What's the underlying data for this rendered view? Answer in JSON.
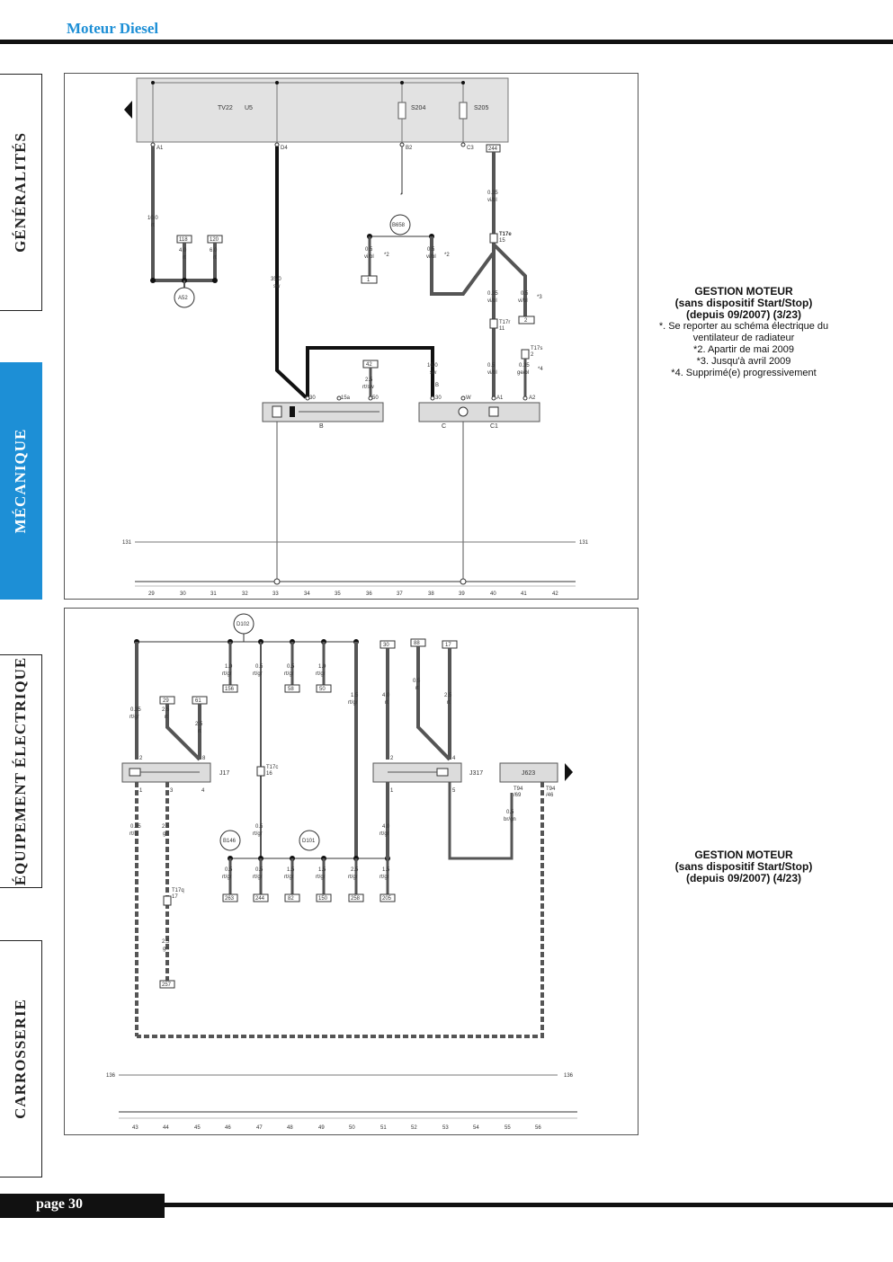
{
  "header": {
    "title": "Moteur Diesel"
  },
  "tabs": [
    {
      "label": "GÉNÉRALITÉS",
      "active": false
    },
    {
      "label": "MÉCANIQUE",
      "active": true
    },
    {
      "label": "ÉQUIPEMENT ÉLECTRIQUE",
      "active": false
    },
    {
      "label": "CARROSSERIE",
      "active": false
    }
  ],
  "diagram1": {
    "caption": {
      "title": "GESTION MOTEUR",
      "line2": "(sans dispositif Start/Stop)",
      "line3": "(depuis 09/2007) (3/23)",
      "notes": [
        "*. Se reporter au schéma électrique du",
        "ventilateur de radiateur",
        "*2. Apartir de mai 2009",
        "*3. Jusqu'à avril 2009",
        "*4. Supprimé(e) progressivement"
      ]
    },
    "box_labels": {
      "tv": "TV22",
      "u": "U5",
      "s204": "S204",
      "s205": "S205"
    },
    "pins": {
      "a1": "A1",
      "d4": "D4",
      "b2": "B2",
      "c3": "C3"
    },
    "wires": {
      "w1": "10.0",
      "w1c": "rt",
      "w2": "4.0",
      "w2c": "rt",
      "w3": "6.0",
      "w3c": "rt",
      "w4": "35.0",
      "w4c": "sw",
      "w5": "0.5",
      "w5c": "vi/bl",
      "w6": "0.5",
      "w6c": "vi/bl",
      "w7": "0.35",
      "w7c": "vi/bl",
      "w8": "0.35",
      "w8c": "vi/bl",
      "w9": "0.5",
      "w9c": "vi/bl",
      "w10": "0.5",
      "w10c": "vi/bl",
      "w11": "0.35",
      "w11c": "ge/bl",
      "w12": "16.0",
      "w12c": "sw",
      "w13": "2.5",
      "w13c": "rt/sw"
    },
    "nodes": {
      "a52": "A52",
      "b658": "B658"
    },
    "refs": {
      "r1": "118",
      "r2": "120",
      "r3": "244",
      "r4": "1",
      "r5": "2",
      "r6": "42"
    },
    "connectors": {
      "t17e": "T17e",
      "t17e_pin": "15",
      "t17r": "T17r",
      "t17r_pin": "11",
      "t17s": "T17s",
      "t17s_pin": "2"
    },
    "components": {
      "b": "B",
      "c": "C",
      "c1": "C1"
    },
    "comp_pins": {
      "p30": "30",
      "p15a": "15a",
      "p50": "50",
      "p30b": "30",
      "pw": "W",
      "pa1": "A1",
      "pa2": "A2",
      "pb": "B"
    },
    "notes": {
      "n1": "*2",
      "n2": "*2",
      "n3": "*3",
      "n4": "*4",
      "n5": "*"
    },
    "ground": "131",
    "axis": [
      "29",
      "30",
      "31",
      "32",
      "33",
      "34",
      "35",
      "36",
      "37",
      "38",
      "39",
      "40",
      "41",
      "42"
    ]
  },
  "diagram2": {
    "caption": {
      "title": "GESTION MOTEUR",
      "line2": "(sans dispositif Start/Stop)",
      "line3": "(depuis 09/2007) (4/23)"
    },
    "nodes": {
      "d102": "D102",
      "b146": "B146",
      "d101": "D101"
    },
    "components": {
      "j17": "J17",
      "j317": "J317",
      "j623": "J623"
    },
    "refs": {
      "r1": "156",
      "r2": "58",
      "r3": "50",
      "r4": "29",
      "r5": "61",
      "r6": "30",
      "r7": "88",
      "r8": "17",
      "r9": "257",
      "r10": "263",
      "r11": "244",
      "r12": "82",
      "r13": "150",
      "r14": "258",
      "r15": "205"
    },
    "wires": {
      "a": "0.35",
      "ac": "rt/gr",
      "b": "2.5",
      "bc": "rt",
      "c": "2.5",
      "cc": "rt",
      "d": "1.0",
      "dc": "rt/gr",
      "e": "0.5",
      "ec": "rt/gr",
      "f": "0.5",
      "fc": "rt/gr",
      "g": "1.0",
      "gc": "rt/gr",
      "h": "1.5",
      "hc": "rt/gr",
      "i": "4.0",
      "ic": "rt",
      "j": "0.5",
      "jc": "rt",
      "k": "2.5",
      "kc": "rt",
      "l": "0.35",
      "lc": "rt/bl",
      "m": "2.5",
      "mc": "gn",
      "n": "2.5",
      "nc": "gn",
      "o": "0.5",
      "oc": "rt/gr",
      "p": "4.0",
      "pc": "rt/gr",
      "q": "0.5",
      "qc": "br/gn",
      "s1": "0.5",
      "s1c": "rt/gr",
      "s2": "0.5",
      "s2c": "rt/gr",
      "s3": "1.5",
      "s3c": "rt/gr",
      "s4": "1.5",
      "s4c": "rt/gr",
      "s5": "2.5",
      "s5c": "rt/gr",
      "s6": "1.5",
      "s6c": "rt/gr"
    },
    "connectors": {
      "t17q": "T17q",
      "t17q_pin": "17",
      "t17c": "T17c",
      "t17c_pin": "16",
      "t94a": "T94",
      "t94a_pin": "/69",
      "t94b": "T94",
      "t94b_pin": "/46"
    },
    "pins": {
      "j17_2": "2",
      "j17_8": "8",
      "j17_1": "1",
      "j17_3": "3",
      "j17_4": "4",
      "j317_2": "2",
      "j317_4": "4",
      "j317_1": "1",
      "j317_5": "5"
    },
    "ground": "136",
    "axis": [
      "43",
      "44",
      "45",
      "46",
      "47",
      "48",
      "49",
      "50",
      "51",
      "52",
      "53",
      "54",
      "55",
      "56"
    ]
  },
  "footer": {
    "page": "page 30"
  }
}
